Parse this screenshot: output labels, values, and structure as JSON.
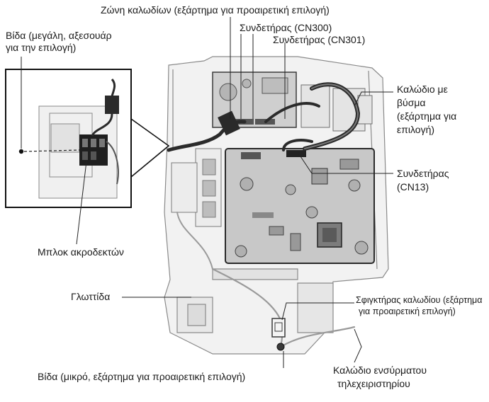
{
  "labels": {
    "cable_zone": "Ζώνη καλωδίων (εξάρτημα για προαιρετική επιλογή)",
    "connector_cn300": "Συνδετήρας (CN300)",
    "connector_cn301": "Συνδετήρας (CN301)",
    "screw_large": [
      "Βίδα (μεγάλη, αξεσουάρ",
      "για την επιλογή)"
    ],
    "plug_cable": [
      "Καλώδιο με",
      "βύσμα",
      "(εξάρτημα για",
      "επιλογή)"
    ],
    "connector_cn13": [
      "Συνδετήρας",
      "(CN13)"
    ],
    "terminal_block": "Μπλοκ ακροδεκτών",
    "tab": "Γλωττίδα",
    "cable_clamp": [
      "Σφιγκτήρας καλωδίου (εξάρτημα",
      "για προαιρετική επιλογή)"
    ],
    "screw_small": "Βίδα (μικρό, εξάρτημα για προαιρετική επιλογή)",
    "remote_cable": [
      "Καλώδιο ενσύρματου",
      "τηλεχειριστηρίου"
    ]
  }
}
